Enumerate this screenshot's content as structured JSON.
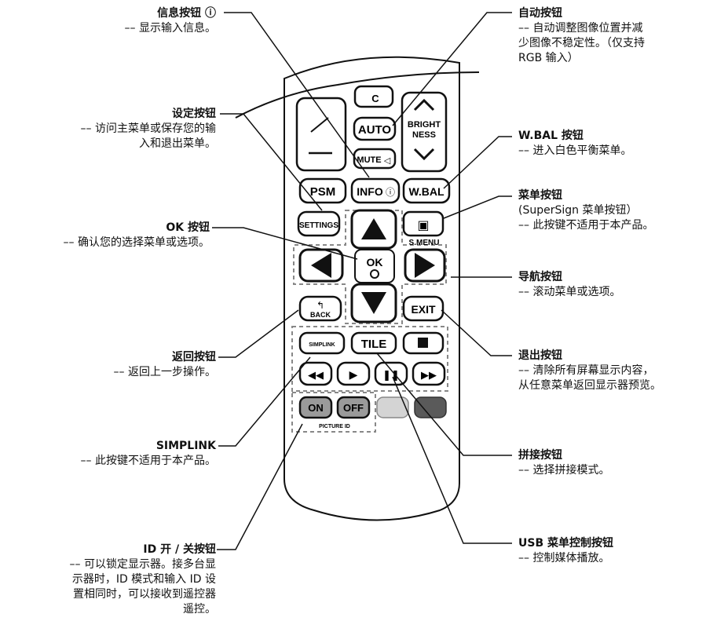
{
  "buttons": {
    "top_partial": "C",
    "auto": "AUTO",
    "brightness_line1": "BRIGHT",
    "brightness_line2": "NESS",
    "mute": "MUTE",
    "psm": "PSM",
    "info": "INFO",
    "wbal": "W.BAL",
    "settings": "SETTINGS",
    "smenu": "S.MENU",
    "ok": "OK",
    "back": "BACK",
    "exit": "EXIT",
    "simplink": "SIMPLINK",
    "tile": "TILE",
    "on": "ON",
    "off": "OFF",
    "picture_id": "PICTURE ID"
  },
  "labels": {
    "info": {
      "title": "信息按钮 ⓘ",
      "desc": "–– 显示输入信息。"
    },
    "settings": {
      "title": "设定按钮",
      "desc": "–– 访问主菜单或保存您的输\n入和退出菜单。"
    },
    "ok": {
      "title": "OK 按钮",
      "desc": "–– 确认您的选择菜单或选项。"
    },
    "back": {
      "title": "返回按钮",
      "desc": "–– 返回上一步操作。"
    },
    "simplink": {
      "title": "SIMPLINK",
      "desc": "–– 此按键不适用于本产品。"
    },
    "id": {
      "title": "ID 开 / 关按钮",
      "desc": "–– 可以锁定显示器。接多台显\n示器时，ID 模式和输入 ID 设\n置相同时，可以接收到遥控器\n遥控。"
    },
    "auto": {
      "title": "自动按钮",
      "desc": "–– 自动调整图像位置并减\n少图像不稳定性。（仅支持\nRGB 输入）"
    },
    "wbal": {
      "title": "W.BAL 按钮",
      "desc": "–– 进入白色平衡菜单。"
    },
    "menu": {
      "title": "菜单按钮",
      "desc": "(SuperSign 菜单按钮）\n   –– 此按键不适用于本产品。"
    },
    "nav": {
      "title": "导航按钮",
      "desc": "–– 滚动菜单或选项。"
    },
    "exit": {
      "title": "退出按钮",
      "desc": "–– 清除所有屏幕显示内容，\n从任意菜单返回显示器预览。"
    },
    "tile": {
      "title": "拼接按钮",
      "desc": "–– 选择拼接模式。"
    },
    "usb": {
      "title": "USB 菜单控制按钮",
      "desc": "–– 控制媒体播放。"
    }
  },
  "colors": {
    "line": "#111111",
    "gray_button": "#9a9a9a",
    "light_button": "#d4d4d4",
    "dark_button": "#5a5a5a"
  }
}
